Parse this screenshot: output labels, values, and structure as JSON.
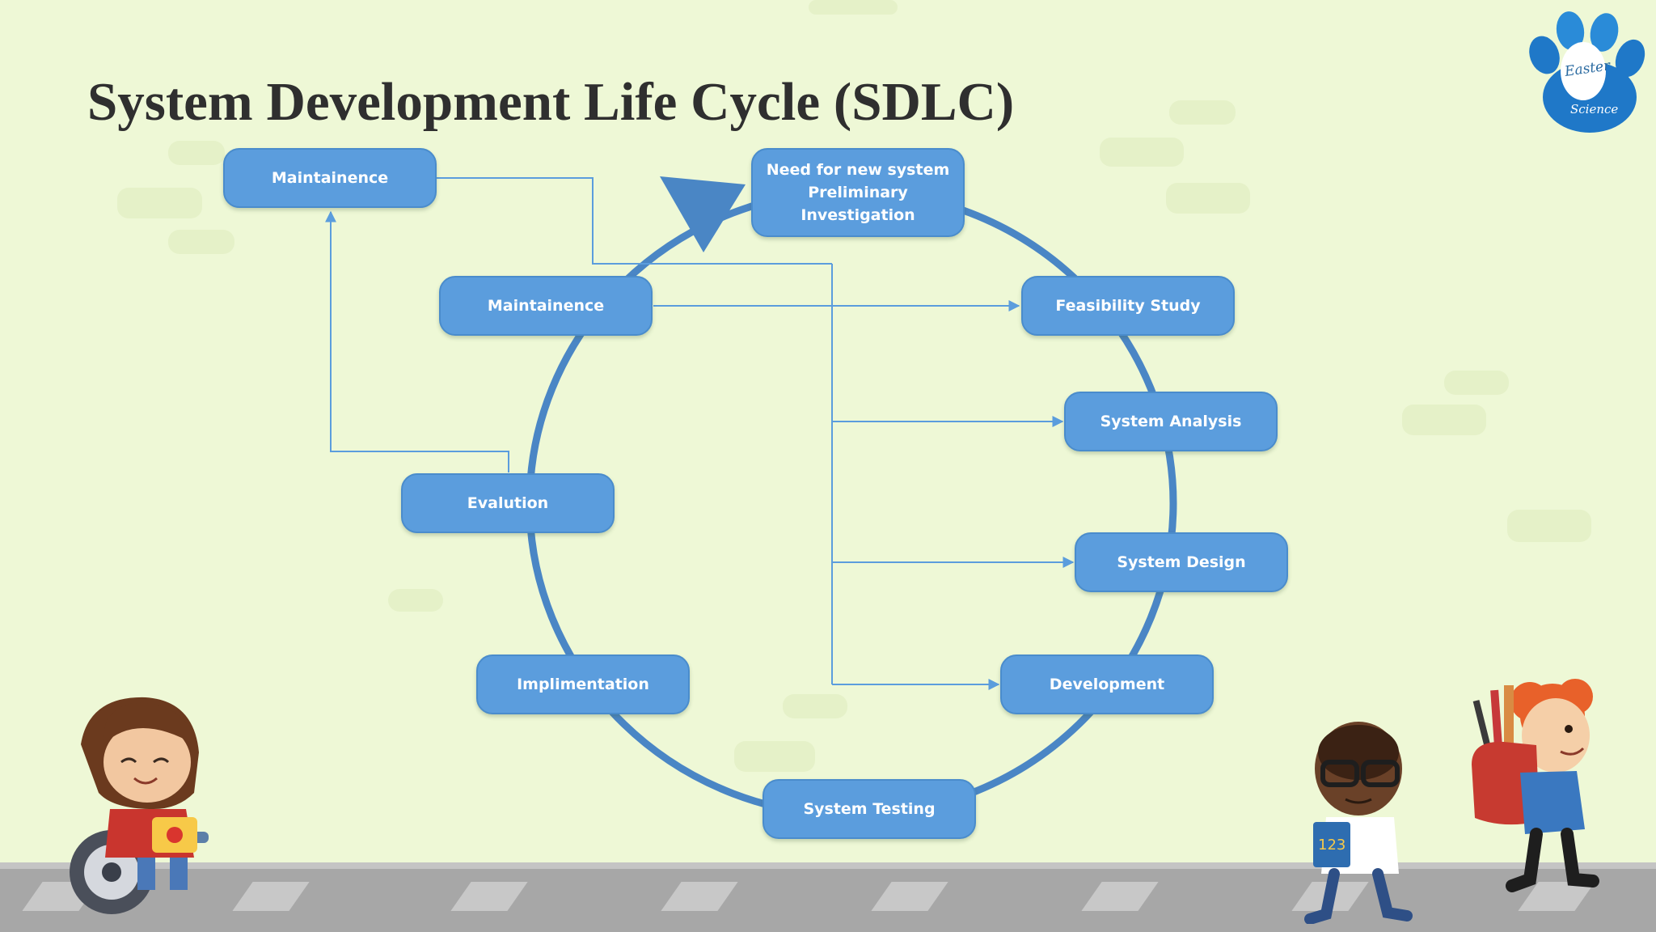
{
  "slide": {
    "title": "System Development Life Cycle (SDLC)"
  },
  "logo": {
    "text_top": "Easter",
    "text_bottom": "Science",
    "colors": {
      "paw": "#1f78c8",
      "egg": "#ffffff"
    }
  },
  "diagram": {
    "nodes": {
      "need": {
        "line1": "Need for new system",
        "line2": "Preliminary",
        "line3": "Investigation"
      },
      "feasibility": "Feasibility Study",
      "analysis": "System Analysis",
      "design": "System Design",
      "development": "Development",
      "testing": "System Testing",
      "implementation": "Implimentation",
      "evaluation": "Evalution",
      "maintenance_inner": "Maintainence",
      "maintenance_outer": "Maintainence"
    },
    "colors": {
      "node_fill": "#5b9ddd",
      "cycle_stroke": "#4a86c5",
      "connector": "#5b9ddd",
      "background": "#eef8d6",
      "title": "#2f2f2f"
    }
  },
  "illustrations": {
    "left_child": "child-in-wheelchair",
    "right_child_1": "child-with-glasses",
    "right_child_2": "child-with-backpack"
  }
}
